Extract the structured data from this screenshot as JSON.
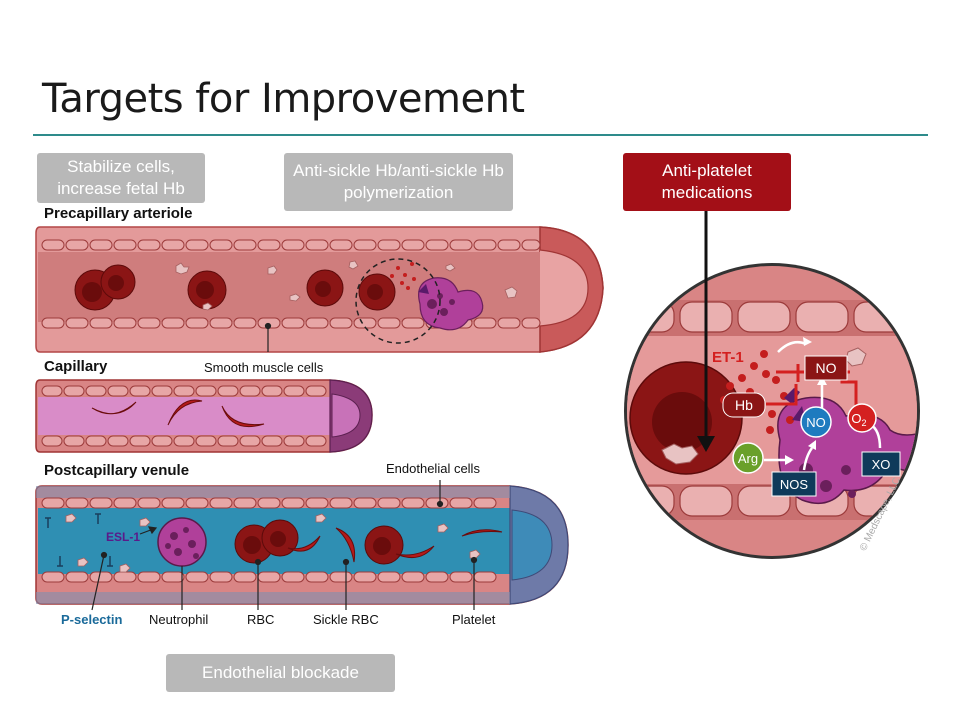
{
  "slide": {
    "title": "Targets for Improvement"
  },
  "boxes": {
    "stabilize": "Stabilize cells, increase fetal Hb",
    "anti_sickle": "Anti-sickle Hb/anti-sickle Hb polymerization",
    "anti_platelet": "Anti-platelet medications",
    "endothelial_blockade": "Endothelial blockade"
  },
  "vessels": {
    "precapillary": "Precapillary arteriole",
    "capillary": "Capillary",
    "postcapillary": "Postcapillary venule"
  },
  "callouts": {
    "smooth_muscle": "Smooth muscle cells",
    "endothelial_cells": "Endothelial cells",
    "esl1": "ESL-1",
    "p_selectin": "P-selectin",
    "neutrophil": "Neutrophil",
    "rbc": "RBC",
    "sickle_rbc": "Sickle RBC",
    "platelet": "Platelet"
  },
  "inset": {
    "et1": "ET-1",
    "no_top": "NO",
    "hb": "Hb",
    "no_circle": "NO",
    "o2": "O",
    "o2_sub": "2",
    "arg": "Arg",
    "nos": "NOS",
    "xo": "XO"
  },
  "copyright": "© Medscape, LLC",
  "colors": {
    "accent_teal": "#2e8b8b",
    "box_gray": "#b8b8b8",
    "box_red": "#a30f17",
    "vessel_red": "#d98585",
    "capillary_pink": "#d98cc8",
    "venule_blue": "#2f8fb3",
    "rbc_red": "#8b1010"
  }
}
